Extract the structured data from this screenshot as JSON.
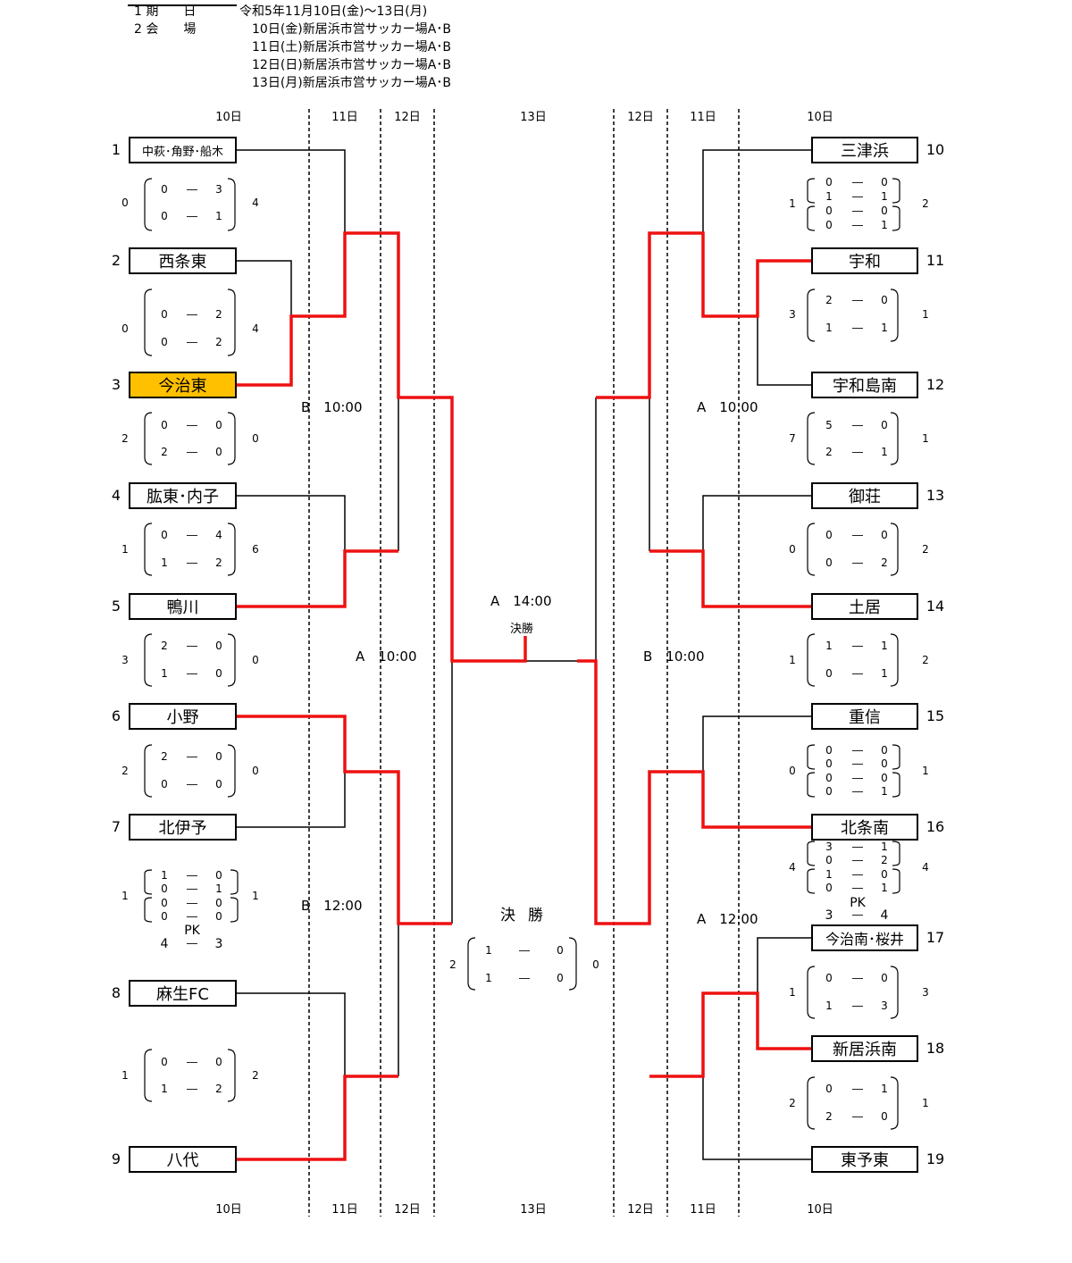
{
  "header": {
    "line_date_label": "1 期　　日",
    "line_date_value": "令和5年11月10日(金)～13日(月)",
    "line_venue_label": "2 会　　場",
    "venues": [
      "10日(金)新居浜市営サッカー場A･B",
      "11日(土)新居浜市営サッカー場A･B",
      "12日(日)新居浜市営サッカー場A･B",
      "13日(月)新居浜市営サッカー場A･B"
    ]
  },
  "days": {
    "d10": "10日",
    "d11": "11日",
    "d12": "12日",
    "d13": "13日"
  },
  "teams": {
    "t1": "中萩･角野･船木",
    "t2": "西条東",
    "t3": "今治東",
    "t4": "肱東･内子",
    "t5": "鴨川",
    "t6": "小野",
    "t7": "北伊予",
    "t8": "麻生FC",
    "t9": "八代",
    "t10": "三津浜",
    "t11": "宇和",
    "t12": "宇和島南",
    "t13": "御荘",
    "t14": "土居",
    "t15": "重信",
    "t16": "北条南",
    "t17": "今治南･桜井",
    "t18": "新居浜南",
    "t19": "東予東"
  },
  "seeds": {
    "n1": "1",
    "n2": "2",
    "n3": "3",
    "n4": "4",
    "n5": "5",
    "n6": "6",
    "n7": "7",
    "n8": "8",
    "n9": "9",
    "n10": "10",
    "n11": "11",
    "n12": "12",
    "n13": "13",
    "n14": "14",
    "n15": "15",
    "n16": "16",
    "n17": "17",
    "n18": "18",
    "n19": "19"
  },
  "dash": "―",
  "pk_label": "PK",
  "match_times": {
    "l1": "B　10:00",
    "l2": "A　10:00",
    "l3": "B　12:00",
    "r1": "A　10:00",
    "r2": "B　10:00",
    "r3": "A　12:00",
    "final_time": "A　14:00",
    "final_small": "決勝",
    "final_big": "決勝"
  },
  "scores": {
    "m1": {
      "a": "0",
      "b": "4",
      "p": [
        [
          "0",
          "3"
        ],
        [
          "0",
          "1"
        ]
      ]
    },
    "m2": {
      "a": "0",
      "b": "4",
      "p": [
        [
          "0",
          "2"
        ],
        [
          "0",
          "2"
        ]
      ]
    },
    "m3": {
      "a": "2",
      "b": "0",
      "p": [
        [
          "0",
          "0"
        ],
        [
          "2",
          "0"
        ]
      ]
    },
    "m4": {
      "a": "1",
      "b": "6",
      "p": [
        [
          "0",
          "4"
        ],
        [
          "1",
          "2"
        ]
      ]
    },
    "m5": {
      "a": "3",
      "b": "0",
      "p": [
        [
          "2",
          "0"
        ],
        [
          "1",
          "0"
        ]
      ]
    },
    "m6": {
      "a": "2",
      "b": "0",
      "p": [
        [
          "2",
          "0"
        ],
        [
          "0",
          "0"
        ]
      ]
    },
    "m7": {
      "a": "1",
      "b": "1",
      "p": [
        [
          "1",
          "0"
        ],
        [
          "0",
          "1"
        ],
        [
          "0",
          "0"
        ],
        [
          "0",
          "0"
        ]
      ],
      "pk": [
        "4",
        "3"
      ]
    },
    "m8": {
      "a": "1",
      "b": "2",
      "p": [
        [
          "0",
          "0"
        ],
        [
          "1",
          "2"
        ]
      ]
    },
    "m9": {
      "a": "1",
      "b": "2",
      "p": [
        [
          "0",
          "0"
        ],
        [
          "1",
          "1"
        ],
        [
          "0",
          "0"
        ],
        [
          "0",
          "1"
        ]
      ]
    },
    "m10": {
      "a": "3",
      "b": "1",
      "p": [
        [
          "2",
          "0"
        ],
        [
          "1",
          "1"
        ]
      ]
    },
    "m11": {
      "a": "7",
      "b": "1",
      "p": [
        [
          "5",
          "0"
        ],
        [
          "2",
          "1"
        ]
      ]
    },
    "m12": {
      "a": "0",
      "b": "2",
      "p": [
        [
          "0",
          "0"
        ],
        [
          "0",
          "2"
        ]
      ]
    },
    "m13": {
      "a": "1",
      "b": "2",
      "p": [
        [
          "1",
          "1"
        ],
        [
          "0",
          "1"
        ]
      ]
    },
    "m14": {
      "a": "0",
      "b": "1",
      "p": [
        [
          "0",
          "0"
        ],
        [
          "0",
          "0"
        ],
        [
          "0",
          "0"
        ],
        [
          "0",
          "1"
        ]
      ]
    },
    "m15": {
      "a": "4",
      "b": "4",
      "p": [
        [
          "3",
          "1"
        ],
        [
          "0",
          "2"
        ],
        [
          "1",
          "0"
        ],
        [
          "0",
          "1"
        ]
      ],
      "pk": [
        "3",
        "4"
      ]
    },
    "m16": {
      "a": "1",
      "b": "3",
      "p": [
        [
          "0",
          "0"
        ],
        [
          "1",
          "3"
        ]
      ]
    },
    "m17": {
      "a": "2",
      "b": "1",
      "p": [
        [
          "0",
          "1"
        ],
        [
          "2",
          "0"
        ]
      ]
    },
    "mf": {
      "a": "2",
      "b": "0",
      "p": [
        [
          "1",
          "0"
        ],
        [
          "1",
          "0"
        ]
      ]
    }
  },
  "colors": {
    "winner_line": "#ee1111",
    "highlight": "#ffc000"
  }
}
